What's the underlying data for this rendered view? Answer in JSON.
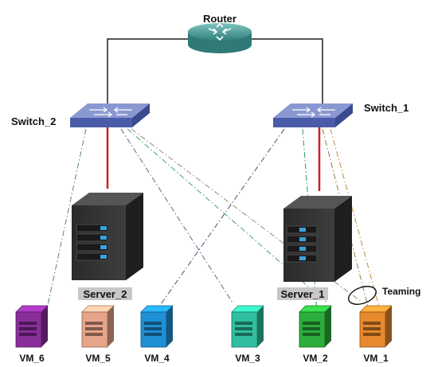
{
  "router": {
    "label": "Router"
  },
  "switches": [
    {
      "id": "s2",
      "label": "Switch_2"
    },
    {
      "id": "s1",
      "label": "Switch_1"
    }
  ],
  "servers": [
    {
      "id": "srv2",
      "label": "Server_2"
    },
    {
      "id": "srv1",
      "label": "Server_1"
    }
  ],
  "vms": [
    {
      "id": "vm6",
      "label": "VM_6",
      "color": "#8a2e9c"
    },
    {
      "id": "vm5",
      "label": "VM_5",
      "color": "#e8a48a"
    },
    {
      "id": "vm4",
      "label": "VM_4",
      "color": "#1f8fd6"
    },
    {
      "id": "vm3",
      "label": "VM_3",
      "color": "#2fbf9f"
    },
    {
      "id": "vm2",
      "label": "VM_2",
      "color": "#2cae3c"
    },
    {
      "id": "vm1",
      "label": "VM_1",
      "color": "#e8892e"
    }
  ],
  "annotation": {
    "label": "Teaming"
  },
  "colors": {
    "uplink": "#555555",
    "server_link": "#cc1f1f",
    "switch_top": "#7d8cc9",
    "switch_body": "#4a5ca8",
    "router": "#3c8f8c"
  }
}
